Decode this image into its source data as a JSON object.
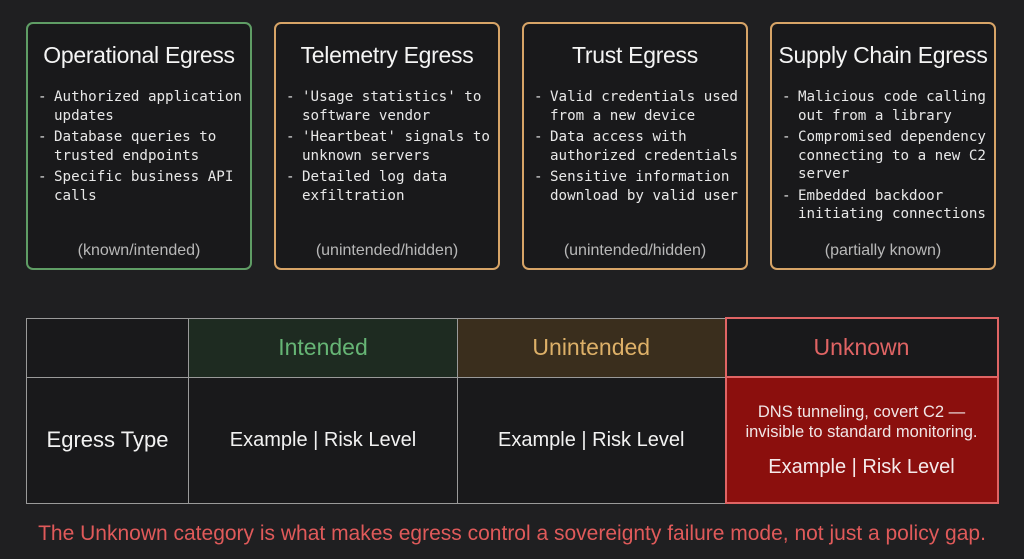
{
  "cards": [
    {
      "title": "Operational Egress",
      "border": "#5f9d65",
      "items": [
        "Authorized application updates",
        "Database queries to trusted endpoints",
        "Specific business API calls"
      ],
      "footer": "(known/intended)"
    },
    {
      "title": "Telemetry Egress",
      "border": "#d7a467",
      "items": [
        "'Usage statistics' to software vendor",
        "'Heartbeat' signals to unknown servers",
        "Detailed log data exfiltration"
      ],
      "footer": "(unintended/hidden)"
    },
    {
      "title": "Trust Egress",
      "border": "#d7a467",
      "items": [
        "Valid credentials used from a new device",
        "Data access with authorized credentials",
        "Sensitive information download by valid user"
      ],
      "footer": "(unintended/hidden)"
    },
    {
      "title": "Supply Chain Egress",
      "border": "#d7a467",
      "items": [
        "Malicious code calling out from a library",
        "Compromised dependency connecting to a new C2 server",
        "Embedded backdoor initiating connections"
      ],
      "footer": "(partially known)"
    }
  ],
  "matrix": {
    "headers": [
      "",
      "Intended",
      "Unintended",
      "Unknown"
    ],
    "row_label": "Egress Type",
    "cells": [
      "Example | Risk Level",
      "Example | Risk Level"
    ],
    "unknown_desc_1": "DNS tunneling, covert C2 —",
    "unknown_desc_2": "invisible to standard monitoring.",
    "unknown_cell": "Example | Risk Level"
  },
  "footer_note": "The Unknown category is what makes egress control a sovereignty failure mode, not just a policy gap.",
  "colors": {
    "intended": "#66b575",
    "unintended": "#ddb068",
    "unknown": "#e06464",
    "unknown_fill": "#8b0f0d"
  }
}
